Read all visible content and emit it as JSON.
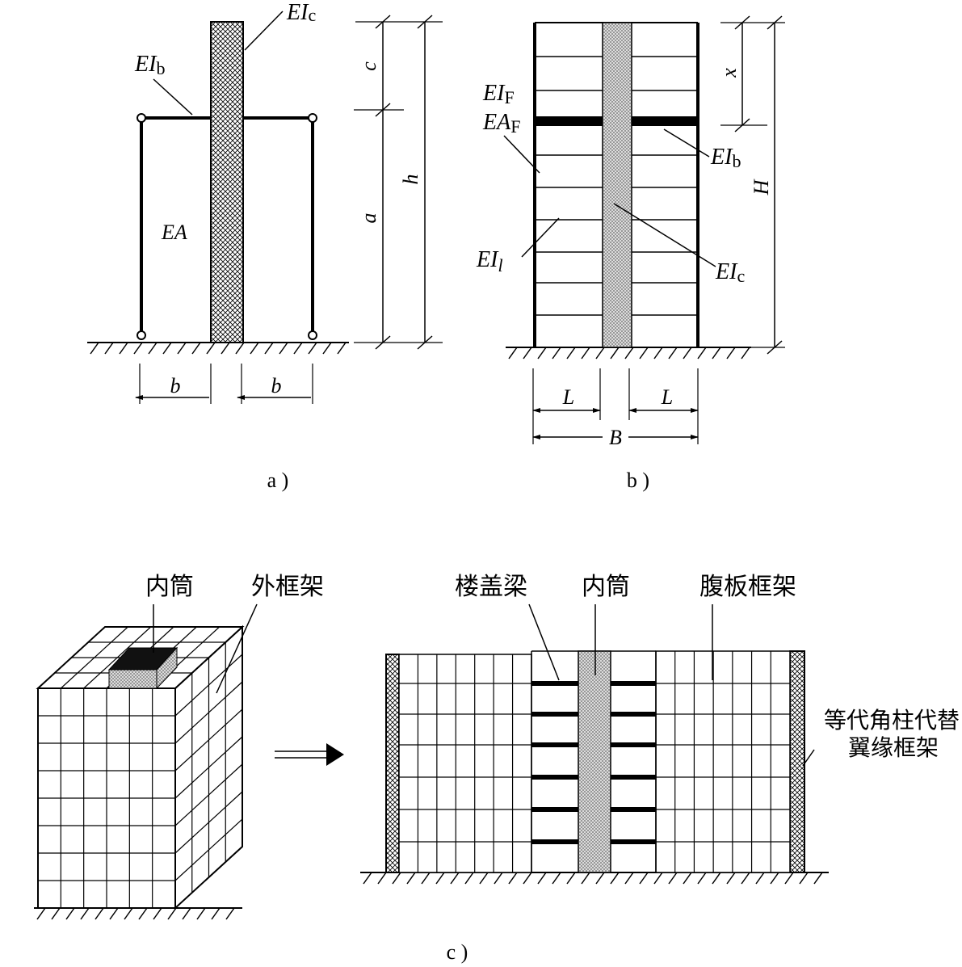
{
  "panel_a": {
    "label_EI": "EI",
    "sub_c": "c",
    "sub_b": "b",
    "label_EA": "EA",
    "dim_c": "c",
    "dim_a": "a",
    "dim_h": "h",
    "dim_b": "b",
    "caption": "a )"
  },
  "panel_b": {
    "label_EI": "EI",
    "label_EA": "EA",
    "sub_F": "F",
    "sub_b": "b",
    "sub_c": "c",
    "sub_l": "l",
    "dim_x": "x",
    "dim_H": "H",
    "dim_L": "L",
    "dim_B": "B",
    "caption": "b )"
  },
  "panel_c": {
    "inner_tube": "内筒",
    "outer_frame": "外框架",
    "floor_beam": "楼盖梁",
    "web_frame": "腹板框架",
    "equiv_column_line1": "等代角柱代替",
    "equiv_column_line2": "翼缘框架",
    "caption": "c )"
  },
  "colors": {
    "ink": "#000000",
    "paper": "#ffffff"
  }
}
